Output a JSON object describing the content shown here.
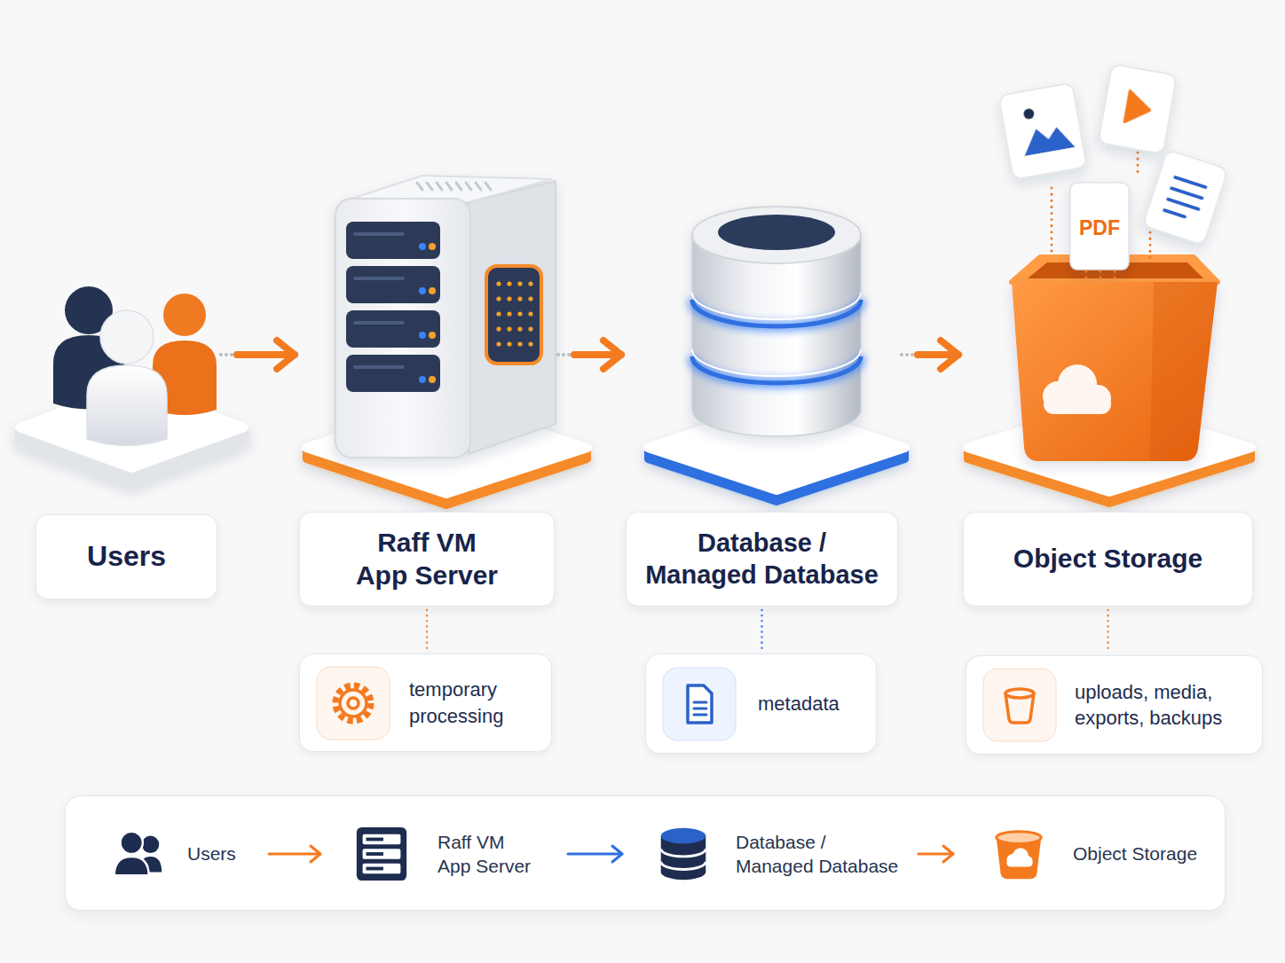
{
  "diagram": {
    "nodes": [
      {
        "text": [
          "Users"
        ]
      },
      {
        "text": [
          "Raff VM App Server"
        ]
      },
      {
        "text": [
          "Database / Managed Database"
        ]
      },
      {
        "text": [
          "Object Storage"
        ]
      },
      {
        "text": [
          "temporary processing"
        ]
      },
      {
        "text": [
          "metadata"
        ]
      },
      {
        "text": [
          "uploads, media, exports, backups"
        ]
      },
      {
        "text": []
      },
      {
        "text": [
          "Users"
        ],
        "in": 7
      },
      {
        "text": [
          "Raff VM App Server"
        ],
        "in": 7
      },
      {
        "text": [
          "Database / Managed Database"
        ],
        "in": 7
      },
      {
        "text": [
          "Object Storage"
        ],
        "in": 7
      }
    ],
    "edges": [
      {
        "from": 0,
        "to": 1,
        "arrow": "to"
      },
      {
        "from": 1,
        "to": 2,
        "arrow": "to"
      },
      {
        "from": 2,
        "to": 3,
        "arrow": "to"
      },
      {
        "from": 1,
        "to": 4,
        "arrow": "none"
      },
      {
        "from": 2,
        "to": 5,
        "arrow": "none"
      },
      {
        "from": 3,
        "to": 6,
        "arrow": "none"
      },
      {
        "from": 8,
        "to": 9,
        "arrow": "to"
      },
      {
        "from": 9,
        "to": 10,
        "arrow": "to"
      },
      {
        "from": 10,
        "to": 11,
        "arrow": "to"
      }
    ],
    "labels": [
      "PDF"
    ]
  }
}
